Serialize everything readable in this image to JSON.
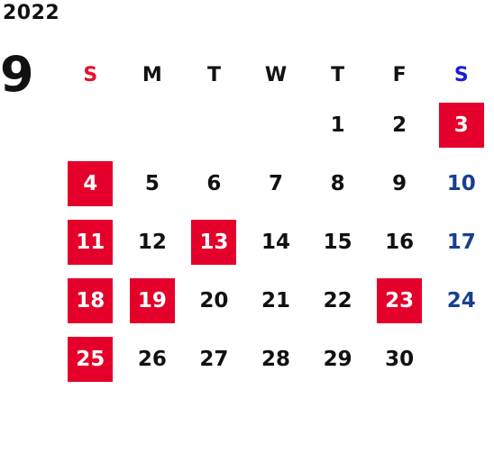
{
  "year": "2022",
  "month": "9",
  "weekdays": [
    "S",
    "M",
    "T",
    "W",
    "T",
    "F",
    "S"
  ],
  "weeks": [
    [
      "",
      "",
      "",
      "",
      "1",
      "2",
      "3"
    ],
    [
      "4",
      "5",
      "6",
      "7",
      "8",
      "9",
      "10"
    ],
    [
      "11",
      "12",
      "13",
      "14",
      "15",
      "16",
      "17"
    ],
    [
      "18",
      "19",
      "20",
      "21",
      "22",
      "23",
      "24"
    ],
    [
      "25",
      "26",
      "27",
      "28",
      "29",
      "30",
      ""
    ]
  ],
  "highlighted_days": [
    "3",
    "4",
    "11",
    "13",
    "18",
    "19",
    "23",
    "25"
  ],
  "colors": {
    "highlight_bg": "#e4002b",
    "sunday_header": "#e8102a",
    "saturday_header": "#1a1fd0",
    "saturday_date": "#173f8f",
    "default_text": "#111111"
  }
}
